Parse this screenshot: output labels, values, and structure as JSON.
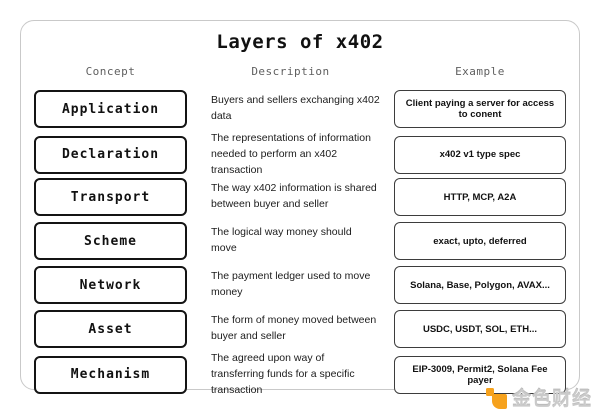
{
  "title": "Layers of x402",
  "columns": {
    "concept": "Concept",
    "description": "Description",
    "example": "Example"
  },
  "rows": [
    {
      "concept": "Application",
      "description": "Buyers and sellers exchanging x402 data",
      "example": "Client paying a server for access to conent"
    },
    {
      "concept": "Declaration",
      "description": "The representations of information needed to perform an x402 transaction",
      "example": "x402 v1 type spec"
    },
    {
      "concept": "Transport",
      "description": "The way x402 information is shared between buyer and seller",
      "example": "HTTP, MCP, A2A"
    },
    {
      "concept": "Scheme",
      "description": "The logical way money should move",
      "example": "exact, upto, deferred"
    },
    {
      "concept": "Network",
      "description": "The payment ledger used to move money",
      "example": "Solana, Base, Polygon, AVAX..."
    },
    {
      "concept": "Asset",
      "description": "The form of money moved between buyer and seller",
      "example": "USDC, USDT, SOL, ETH..."
    },
    {
      "concept": "Mechanism",
      "description": "The agreed upon way of transferring funds for a specific transaction",
      "example": "EIP-3009, Permit2, Solana Fee payer"
    }
  ],
  "watermark": {
    "text": "金色财经",
    "logo_color": "#f6a21d"
  }
}
